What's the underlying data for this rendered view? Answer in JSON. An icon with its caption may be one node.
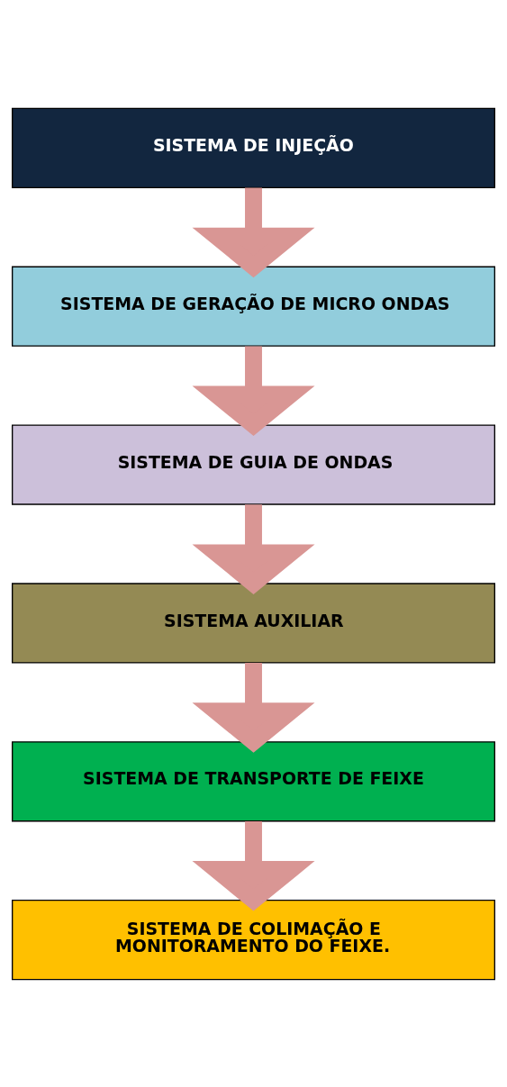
{
  "diagram": {
    "nodes": [
      {
        "text": [
          "SISTEMA DE INJEÇÃO"
        ]
      },
      {
        "text": [
          "SISTEMA DE GERAÇÃO DE MICRO ONDAS"
        ]
      },
      {
        "text": [
          "SISTEMA DE GUIA DE ONDAS"
        ]
      },
      {
        "text": [
          "SISTEMA AUXILIAR"
        ]
      },
      {
        "text": [
          "SISTEMA DE TRANSPORTE DE FEIXE"
        ]
      },
      {
        "text": [
          "SISTEMA DE COLIMAÇÃO E MONITORAMENTO DO FEIXE."
        ]
      }
    ],
    "edges": [
      {
        "from": 0,
        "to": 1,
        "arrow": "to"
      },
      {
        "from": 1,
        "to": 2,
        "arrow": "to"
      },
      {
        "from": 2,
        "to": 3,
        "arrow": "to"
      },
      {
        "from": 3,
        "to": 4,
        "arrow": "to"
      },
      {
        "from": 4,
        "to": 5,
        "arrow": "to"
      }
    ]
  }
}
